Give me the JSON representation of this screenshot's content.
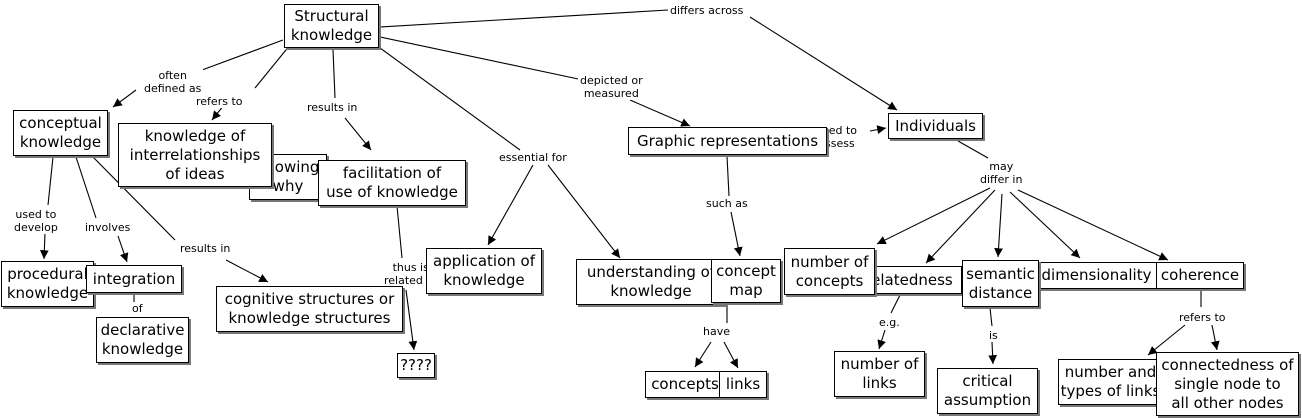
{
  "nodes": {
    "structural": "Structural\nknowledge",
    "conceptual": "conceptual\nknowledge",
    "procedural": "procedural\nknowledge",
    "integration": "integration",
    "declarative": "declarative\nknowledge",
    "knowing_why": "knowing\nwhy",
    "interrelationships": "knowledge of\ninterrelationships\nof ideas",
    "facilitation": "facilitation of\nuse of knowledge",
    "cognitive_structures": "cognitive structures or\nknowledge structures",
    "unknown": "????",
    "application": "application of\nknowledge",
    "understanding": "understanding of\nknowledge",
    "graphic": "Graphic representations",
    "concept_map": "concept\nmap",
    "concepts": "concepts",
    "links": "links",
    "individuals": "Individuals",
    "number_of_concepts": "number of\nconcepts",
    "relatedness": "relatedness",
    "semantic_distance": "semantic\ndistance",
    "dimensionality": "dimensionality",
    "coherence": "coherence",
    "number_of_links": "number of\nlinks",
    "critical_assumption": "critical\nassumption",
    "number_types_links": "number and\ntypes of links",
    "connectedness": "connectedness of\nsingle node to\nall other nodes"
  },
  "labels": {
    "differs_across": "differs across",
    "often_defined_as": "often\ndefined as",
    "refers_to": "refers to",
    "results_in_1": "results in",
    "depicted_or_measured": "depicted or\nmeasured",
    "used_to_develop": "used to\ndevelop",
    "involves": "involves",
    "results_in_2": "results in",
    "of": "of",
    "essential_for": "essential for",
    "thus_is_related_to": "thus is\nrelated to",
    "used_to_assess": "used to\nassess",
    "such_as": "such as",
    "have": "have",
    "may_differ_in": "may\ndiffer in",
    "eg": "e.g.",
    "is": "is",
    "refers_to_2": "refers to"
  }
}
